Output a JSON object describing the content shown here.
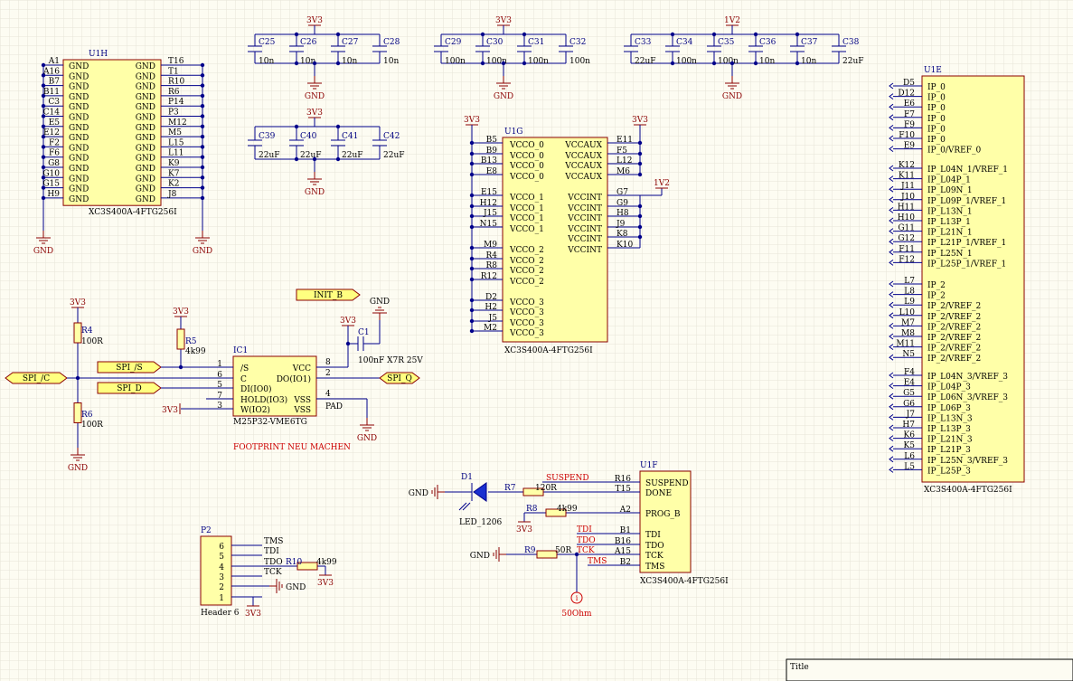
{
  "colors": {
    "background": "#fdfcf2",
    "grid": "#e4e3d6",
    "wire": "#00008b",
    "part_body": "#ffffa8",
    "part_border": "#8b0000",
    "pin_label": "#000000",
    "pin_number": "#000000",
    "designator": "#000080",
    "net_label_fill": "#ffff80",
    "power": "#8b0000",
    "note": "#cc0000"
  },
  "power": {
    "gnd": "GND",
    "v3v3": "3V3",
    "v1v2": "1V2"
  },
  "u1h": {
    "designator": "U1H",
    "part": "XC3S400A-4FTG256I",
    "left_pins": [
      "A1",
      "A16",
      "B7",
      "B11",
      "C3",
      "C14",
      "E5",
      "E12",
      "F2",
      "F6",
      "G8",
      "G10",
      "G15",
      "H9"
    ],
    "right_pins": [
      "T16",
      "T1",
      "R10",
      "R6",
      "P14",
      "P3",
      "M12",
      "M5",
      "L15",
      "L11",
      "K9",
      "K7",
      "K2",
      "J8"
    ],
    "pin_label": "GND"
  },
  "caps_a": {
    "net": "3V3",
    "refs": [
      "C25",
      "C26",
      "C27",
      "C28"
    ],
    "values": [
      "10n",
      "10n",
      "10n",
      "10n"
    ]
  },
  "caps_b": {
    "net": "3V3",
    "refs": [
      "C29",
      "C30",
      "C31",
      "C32"
    ],
    "values": [
      "100n",
      "100n",
      "100n",
      "100n"
    ]
  },
  "caps_c": {
    "net": "1V2",
    "refs": [
      "C33",
      "C34",
      "C35",
      "C36",
      "C37",
      "C38"
    ],
    "values": [
      "22uF",
      "100n",
      "100n",
      "10n",
      "10n",
      "22uF"
    ]
  },
  "caps_d": {
    "net": "3V3",
    "refs": [
      "C39",
      "C40",
      "C41",
      "C42"
    ],
    "values": [
      "22uF",
      "22uF",
      "22uF",
      "22uF"
    ]
  },
  "u1g": {
    "designator": "U1G",
    "part": "XC3S400A-4FTG256I",
    "left_pins": [
      "B5",
      "B9",
      "B13",
      "E8",
      "E15",
      "H12",
      "J15",
      "N15",
      "M9",
      "R4",
      "R8",
      "R12",
      "D2",
      "H2",
      "J5",
      "M2"
    ],
    "left_labels": [
      "VCCO_0",
      "VCCO_0",
      "VCCO_0",
      "VCCO_0",
      "VCCO_1",
      "VCCO_1",
      "VCCO_1",
      "VCCO_1",
      "VCCO_2",
      "VCCO_2",
      "VCCO_2",
      "VCCO_2",
      "VCCO_3",
      "VCCO_3",
      "VCCO_3",
      "VCCO_3"
    ],
    "right_pins": [
      "E11",
      "F5",
      "L12",
      "M6",
      "G7",
      "G9",
      "H8",
      "J9",
      "K8",
      "K10"
    ],
    "right_labels": [
      "VCCAUX",
      "VCCAUX",
      "VCCAUX",
      "VCCAUX",
      "VCCINT",
      "VCCINT",
      "VCCINT",
      "VCCINT",
      "VCCINT",
      "VCCINT"
    ]
  },
  "u1e": {
    "designator": "U1E",
    "part": "XC3S400A-4FTG256I",
    "pins": [
      "D5",
      "D12",
      "E6",
      "F7",
      "F9",
      "F10",
      "E9",
      "K12",
      "K11",
      "J11",
      "J10",
      "H11",
      "H10",
      "G11",
      "G12",
      "F11",
      "F12",
      "L7",
      "L8",
      "L9",
      "L10",
      "M7",
      "M8",
      "M11",
      "N5",
      "F4",
      "E4",
      "G5",
      "G6",
      "J7",
      "H7",
      "K6",
      "K5",
      "L6",
      "L5"
    ],
    "labels": [
      "IP_0",
      "IP_0",
      "IP_0",
      "IP_0",
      "IP_0",
      "IP_0",
      "IP_0/VREF_0",
      "IP_L04N_1/VREF_1",
      "IP_L04P_1",
      "IP_L09N_1",
      "IP_L09P_1/VREF_1",
      "IP_L13N_1",
      "IP_L13P_1",
      "IP_L21N_1",
      "IP_L21P_1/VREF_1",
      "IP_L25N_1",
      "IP_L25P_1/VREF_1",
      "IP_2",
      "IP_2",
      "IP_2/VREF_2",
      "IP_2/VREF_2",
      "IP_2/VREF_2",
      "IP_2/VREF_2",
      "IP_2/VREF_2",
      "IP_2/VREF_2",
      "IP_L04N_3/VREF_3",
      "IP_L04P_3",
      "IP_L06N_3/VREF_3",
      "IP_L06P_3",
      "IP_L13N_3",
      "IP_L13P_3",
      "IP_L21N_3",
      "IP_L21P_3",
      "IP_L25N_3/VREF_3",
      "IP_L25P_3"
    ]
  },
  "ic1": {
    "designator": "IC1",
    "part": "M25P32-VME6TG",
    "note": "FOOTPRINT NEU MACHEN",
    "left_nums": [
      "1",
      "6",
      "5",
      "7",
      "3"
    ],
    "left_labels": [
      "/S",
      "C",
      "DI(IO0)",
      "HOLD(IO3)",
      "W(IO2)"
    ],
    "right_nums": [
      "8",
      "2",
      "4",
      ""
    ],
    "right_labels": [
      "VCC",
      "DO(IO1)",
      "VSS",
      "VSS"
    ],
    "pad_label": "PAD"
  },
  "nets": {
    "init_b": "INIT_B",
    "spi_s": "SPI_/S",
    "spi_c": "SPI_/C",
    "spi_d": "SPI_D",
    "spi_q": "SPI_Q"
  },
  "r4": {
    "ref": "R4",
    "value": "100R"
  },
  "r5": {
    "ref": "R5",
    "value": "4k99"
  },
  "r6": {
    "ref": "R6",
    "value": "100R"
  },
  "c1": {
    "ref": "C1",
    "value": "100nF X7R 25V"
  },
  "u1f": {
    "designator": "U1F",
    "part": "XC3S400A-4FTG256I",
    "pins": [
      "R16",
      "T15",
      "A2",
      "B1",
      "B16",
      "A15",
      "B2"
    ],
    "labels": [
      "SUSPEND",
      "DONE",
      "PROG_B",
      "TDI",
      "TDO",
      "TCK",
      "TMS"
    ]
  },
  "d1": {
    "ref": "D1",
    "value": "LED_1206"
  },
  "r7": {
    "ref": "R7",
    "value": "120R"
  },
  "r8": {
    "ref": "R8",
    "value": "4k99"
  },
  "r9": {
    "ref": "R9",
    "value": "50R"
  },
  "r10": {
    "ref": "R10",
    "value": "4k99"
  },
  "probe_label": "50Ohm",
  "wire_labels": {
    "suspend": "SUSPEND",
    "tdi": "TDI",
    "tdo": "TDO",
    "tck": "TCK",
    "tms": "TMS"
  },
  "p2": {
    "designator": "P2",
    "part": "Header 6",
    "pins": [
      "6",
      "5",
      "4",
      "3",
      "2",
      "1"
    ],
    "nets": [
      "TMS",
      "TDI",
      "TDO",
      "TCK",
      "GND",
      "3V3"
    ]
  },
  "title_block": {
    "title_label": "Title"
  }
}
